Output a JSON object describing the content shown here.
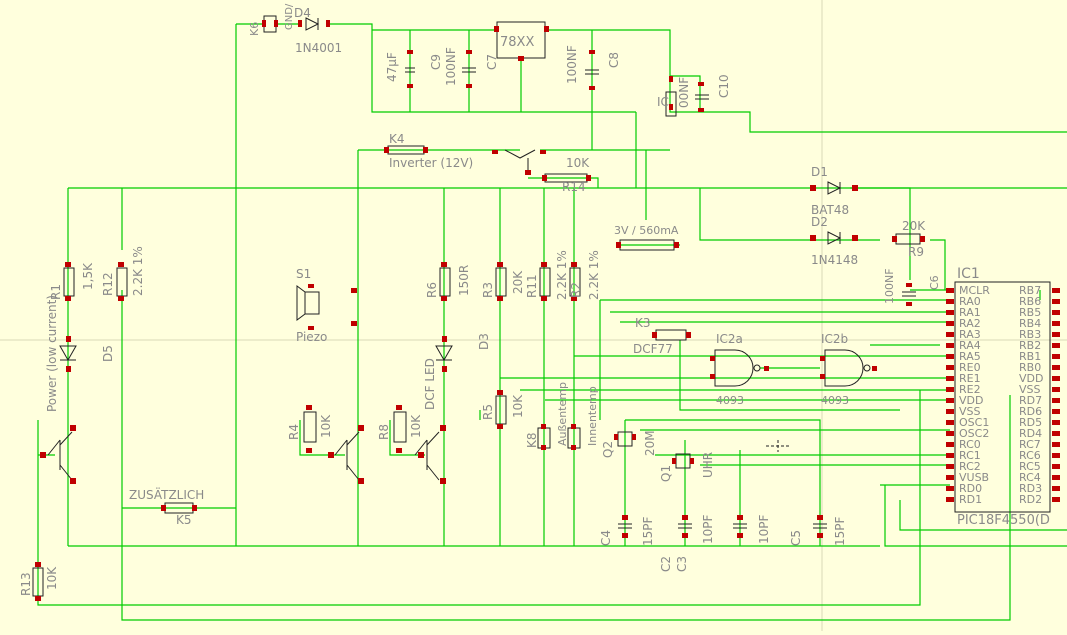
{
  "colors": {
    "background": "#FFFFDD",
    "wire": "#00CC00",
    "pad": "#C00000",
    "body": "#222222",
    "label": "#8A8A8A"
  },
  "labels": {
    "k6": "K6",
    "gnd": "GND/",
    "d4": "D4",
    "d4_val": "1N4001",
    "c_47": "47µF",
    "c9": "C9",
    "c9_val": "100NF",
    "c7": "C7",
    "reg": "78XX",
    "c8_val": "100NF",
    "c8": "C8",
    "ic_lbl": "IC",
    "c10_val": "00NF",
    "c10": "C10",
    "k4": "K4",
    "k4_val": "Inverter (12V)",
    "r14_val": "10K",
    "r14": "R14",
    "d1": "D1",
    "d1_val": "BAT48",
    "d2": "D2",
    "d2_val": "1N4148",
    "r9_val": "20K",
    "r9": "R9",
    "psu": "3V / 560mA",
    "k3": "K3",
    "dcf": "DCF77",
    "ic2a": "IC2a",
    "ic2a_val": "4093",
    "ic2b": "IC2b",
    "ic2b_val": "4093",
    "c6": "C6",
    "c6_val": "100NF",
    "ic1": "IC1",
    "ic1_val": "PIC18F4550(D",
    "r1": "R1",
    "r1_val": "1,5K",
    "d5": "D5",
    "d5_val": "Power (low current)",
    "r12": "R12",
    "r12_val": "2.2K 1%",
    "s1": "S1",
    "piezo": "Piezo",
    "r6": "R6",
    "r6_val": "150R",
    "d3": "D3",
    "d3_val": "DCF LED",
    "r3": "R3",
    "r3_val": "20K",
    "r11": "R11",
    "r11_val": "2.2K 1%",
    "r2": "R2",
    "r2_val": "2.2K 1%",
    "r4": "R4",
    "r4_val": "10K",
    "r8": "R8",
    "r8_val": "10K",
    "r5": "R5",
    "r5_val": "10K",
    "k8": "K8",
    "aussen": "Außentemp",
    "innen": "Innentemp",
    "q2": "Q2",
    "q2_val": "20M",
    "q1": "Q1",
    "uhr": "UHR",
    "zus": "ZUSÄTZLICH",
    "k5": "K5",
    "r13": "R13",
    "r13_val": "10K",
    "c4": "C4",
    "c4_val": "15PF",
    "c2": "C2",
    "c2_val": "10PF",
    "c3": "C3",
    "c3_val": "10PF",
    "c5": "C5",
    "c5_val": "15PF"
  },
  "pins_left": [
    "MCLR",
    "RA0",
    "RA1",
    "RA2",
    "RA3",
    "RA4",
    "RA5",
    "RE0",
    "RE1",
    "RE2",
    "VDD",
    "VSS",
    "OSC1",
    "OSC2",
    "RC0",
    "RC1",
    "RC2",
    "VUSB",
    "RD0",
    "RD1"
  ],
  "pins_right": [
    "RB7",
    "RB6",
    "RB5",
    "RB4",
    "RB3",
    "RB2",
    "RB1",
    "RB0",
    "VDD",
    "VSS",
    "RD7",
    "RD6",
    "RD5",
    "RD4",
    "RC7",
    "RC6",
    "RC5",
    "RC4",
    "RD3",
    "RD2"
  ]
}
